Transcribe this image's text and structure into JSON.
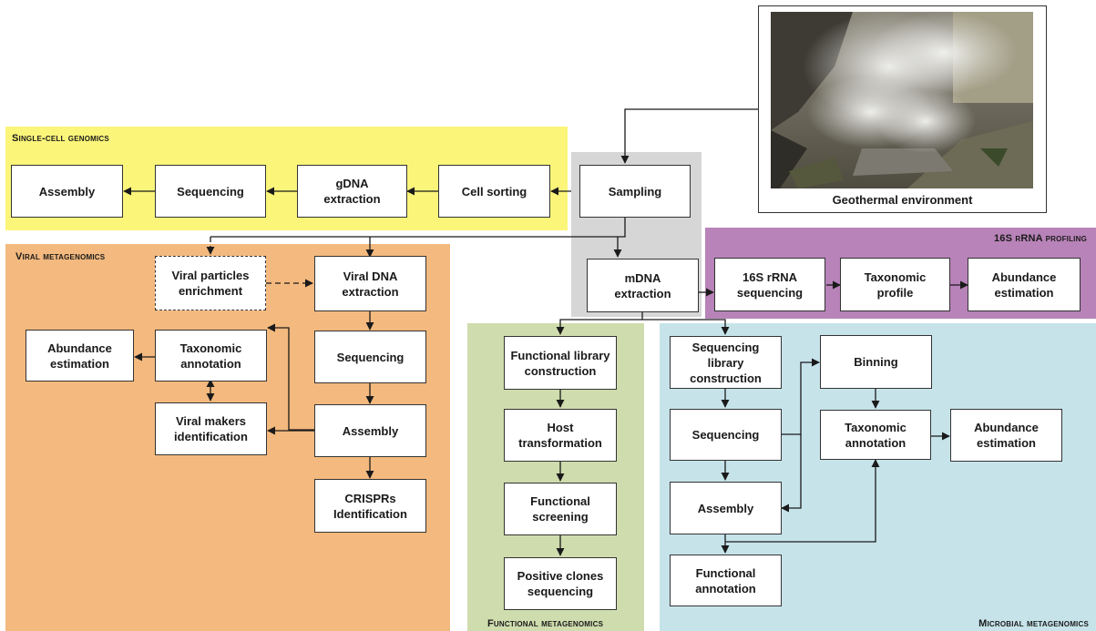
{
  "colors": {
    "single_cell": "#fbf57a",
    "viral": "#f3b97e",
    "sampling": "#d6d6d6",
    "profiling": "#b883b8",
    "functional": "#cfdcad",
    "microbial": "#c6e3ea"
  },
  "regions": {
    "single_cell": "Single-cell genomics",
    "viral": "Viral metagenomics",
    "profiling": "16S rRNA profiling",
    "functional": "Functional metagenomics",
    "microbial": "Microbial metagenomics"
  },
  "environment": {
    "caption": "Geothermal environment"
  },
  "boxes": {
    "sampling": "Sampling",
    "mdna": "mDNA\nextraction",
    "sc_cell_sorting": "Cell sorting",
    "sc_gdna": "gDNA\nextraction",
    "sc_sequencing": "Sequencing",
    "sc_assembly": "Assembly",
    "v_particles": "Viral particles\nenrichment",
    "v_dna": "Viral DNA\nextraction",
    "v_sequencing": "Sequencing",
    "v_assembly": "Assembly",
    "v_crisprs": "CRISPRs\nIdentification",
    "v_taxonomic": "Taxonomic\nannotation",
    "v_abundance": "Abundance\nestimation",
    "v_markers": "Viral makers\nidentification",
    "p_sequencing": "16S rRNA\nsequencing",
    "p_profile": "Taxonomic\nprofile",
    "p_abundance": "Abundance\nestimation",
    "f_library": "Functional library\nconstruction",
    "f_host": "Host\ntransformation",
    "f_screening": "Functional\nscreening",
    "f_clones": "Positive clones\nsequencing",
    "m_library": "Sequencing library\nconstruction",
    "m_sequencing": "Sequencing",
    "m_assembly": "Assembly",
    "m_functional": "Functional\nannotation",
    "m_binning": "Binning",
    "m_taxonomic": "Taxonomic\nannotation",
    "m_abundance": "Abundance\nestimation"
  }
}
